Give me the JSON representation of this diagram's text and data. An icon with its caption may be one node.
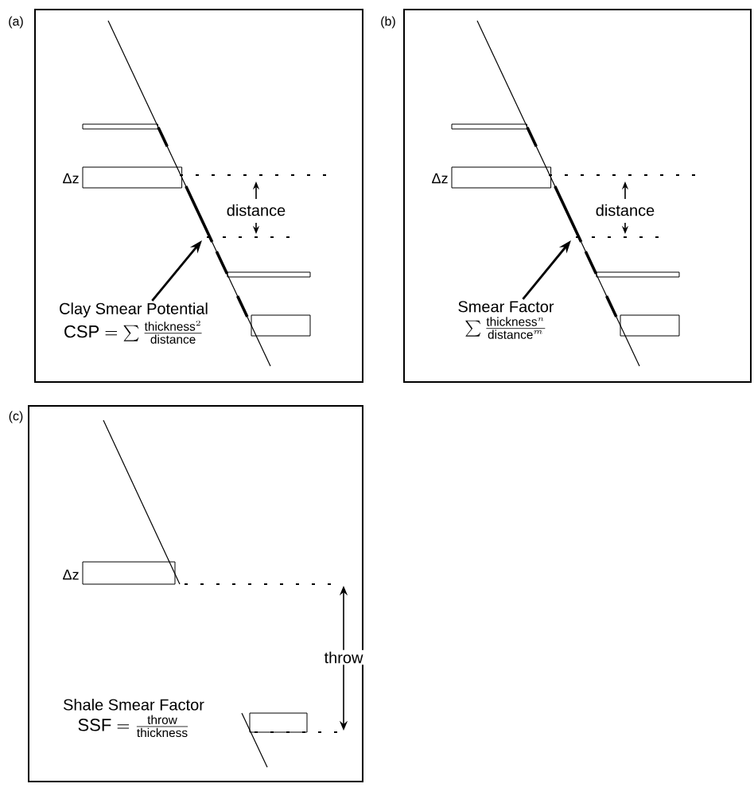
{
  "diagram": {
    "nodes": [
      {
        "text": [
          "(a)"
        ]
      },
      {
        "text": [
          "Clay Smear Potential",
          "\\mathrm{CSP} = \\sum \\frac{\\mathrm{thickness}^{2}}{\\mathrm{distance}}"
        ],
        "in": 0
      },
      {
        "text": [
          "(b)"
        ]
      },
      {
        "text": [
          "Smear Factor",
          "\\sum \\frac{\\mathrm{thickness}^{n}}{\\mathrm{distance}^{m}}"
        ],
        "in": 2
      },
      {
        "text": [
          "(c)"
        ]
      },
      {
        "text": [
          "Shale Smear Factor",
          "\\mathrm{SSF} = \\frac{\\mathrm{throw}}{\\mathrm{thickness}}"
        ],
        "in": 4
      }
    ],
    "edges": [
      {
        "from": 1,
        "to": null,
        "arrow": "to"
      },
      {
        "from": 3,
        "to": null,
        "arrow": "to"
      }
    ],
    "labels": [
      "Δz",
      "distance",
      "Δz",
      "distance",
      "Δz",
      "throw"
    ]
  }
}
